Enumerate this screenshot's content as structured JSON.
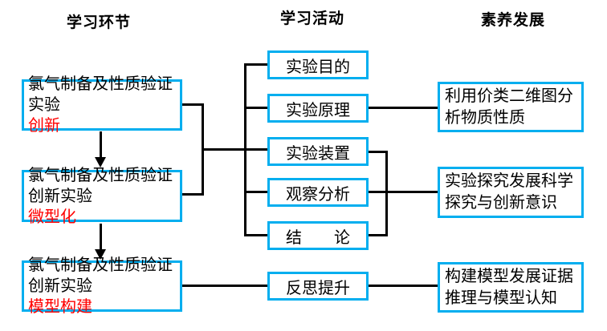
{
  "headers": {
    "stages": "学习环节",
    "activities": "学习活动",
    "outcomes": "素养发展"
  },
  "stages": [
    {
      "black": "氯气制备及性质验证实验",
      "red": "创新"
    },
    {
      "black": "氯气制备及性质验证创新实验",
      "red": "微型化"
    },
    {
      "black": "氯气制备及性质验证创新实验",
      "red": "模型构建"
    }
  ],
  "activities": [
    {
      "label": "实验目的"
    },
    {
      "label": "实验原理"
    },
    {
      "label": "实验装置"
    },
    {
      "label": "观察分析"
    },
    {
      "label": "结　　论"
    },
    {
      "label": "反思提升"
    }
  ],
  "outcomes": [
    {
      "label": "利用价类二维图分析物质性质"
    },
    {
      "label": "实验探究发展科学探究与创新意识"
    },
    {
      "label": "构建模型发展证据推理与模型认知"
    }
  ],
  "colors": {
    "box_border": "#00AEEF",
    "highlight_text": "#FF0000",
    "connector": "#000000",
    "text": "#000000"
  }
}
